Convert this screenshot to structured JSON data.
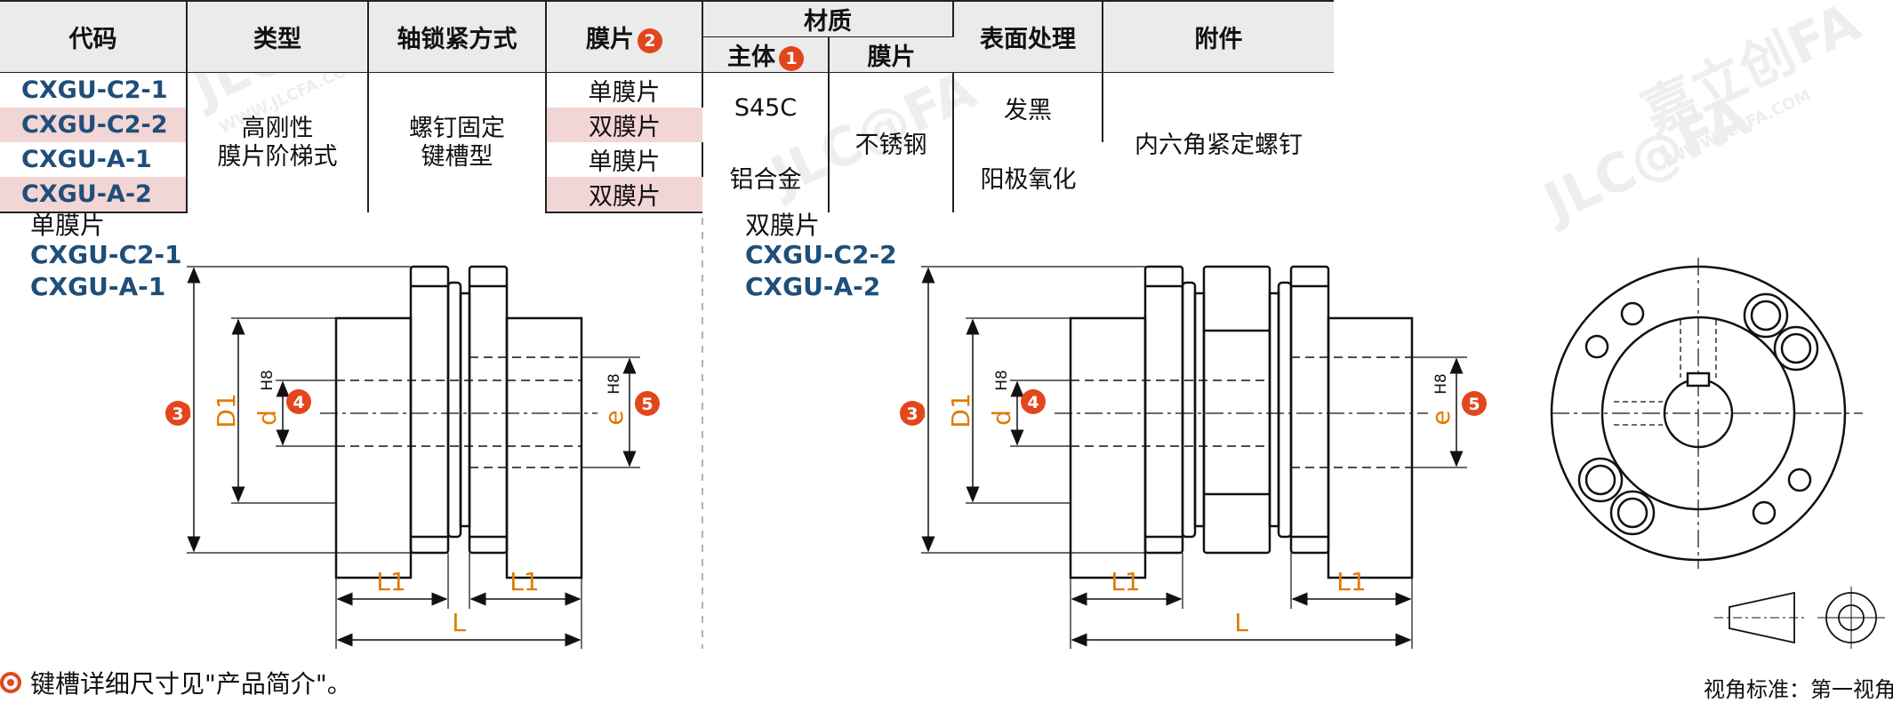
{
  "table": {
    "headers": {
      "code": "代码",
      "type": "类型",
      "lock": "轴锁紧方式",
      "diaphragm": "膜片",
      "material": "材质",
      "body": "主体",
      "mat_diaphragm": "膜片",
      "surface": "表面处理",
      "accessory": "附件"
    },
    "badges": {
      "one": "1",
      "two": "2",
      "three": "3",
      "four": "4",
      "five": "5"
    },
    "rows": [
      {
        "code": "CXGU-C2-1",
        "diaphragm": "单膜片"
      },
      {
        "code": "CXGU-C2-2",
        "diaphragm": "双膜片"
      },
      {
        "code": "CXGU-A-1",
        "diaphragm": "单膜片"
      },
      {
        "code": "CXGU-A-2",
        "diaphragm": "双膜片"
      }
    ],
    "type_line1": "高刚性",
    "type_line2": "膜片阶梯式",
    "lock_line1": "螺钉固定",
    "lock_line2": "键槽型",
    "body_c2": "S45C",
    "body_a": "铝合金",
    "mat_diaphragm_value": "不锈钢",
    "surface_c2": "发黑",
    "surface_a": "阳极氧化",
    "accessory_value": "内六角紧定螺钉"
  },
  "single": {
    "title": "单膜片",
    "code1": "CXGU-C2-1",
    "code2": "CXGU-A-1"
  },
  "double": {
    "title": "双膜片",
    "code1": "CXGU-C2-2",
    "code2": "CXGU-A-2"
  },
  "dims": {
    "D": "D",
    "D1": "D1",
    "d": "d",
    "dtol": "H8",
    "e": "e",
    "etol": "H8",
    "L1": "L1",
    "L": "L"
  },
  "watermark": {
    "brand": "JLC@FA",
    "cn": "嘉立创FA",
    "url": "WWW.JLCFA.COM"
  },
  "footnote": "键槽详细尺寸见\"产品简介\"。",
  "standard": "视角标准：第一视角",
  "colors": {
    "accent": "#e2461c",
    "code": "#1f4e79",
    "dim": "#e07b00",
    "pink": "#f2d5d5",
    "header": "#ebebeb"
  }
}
